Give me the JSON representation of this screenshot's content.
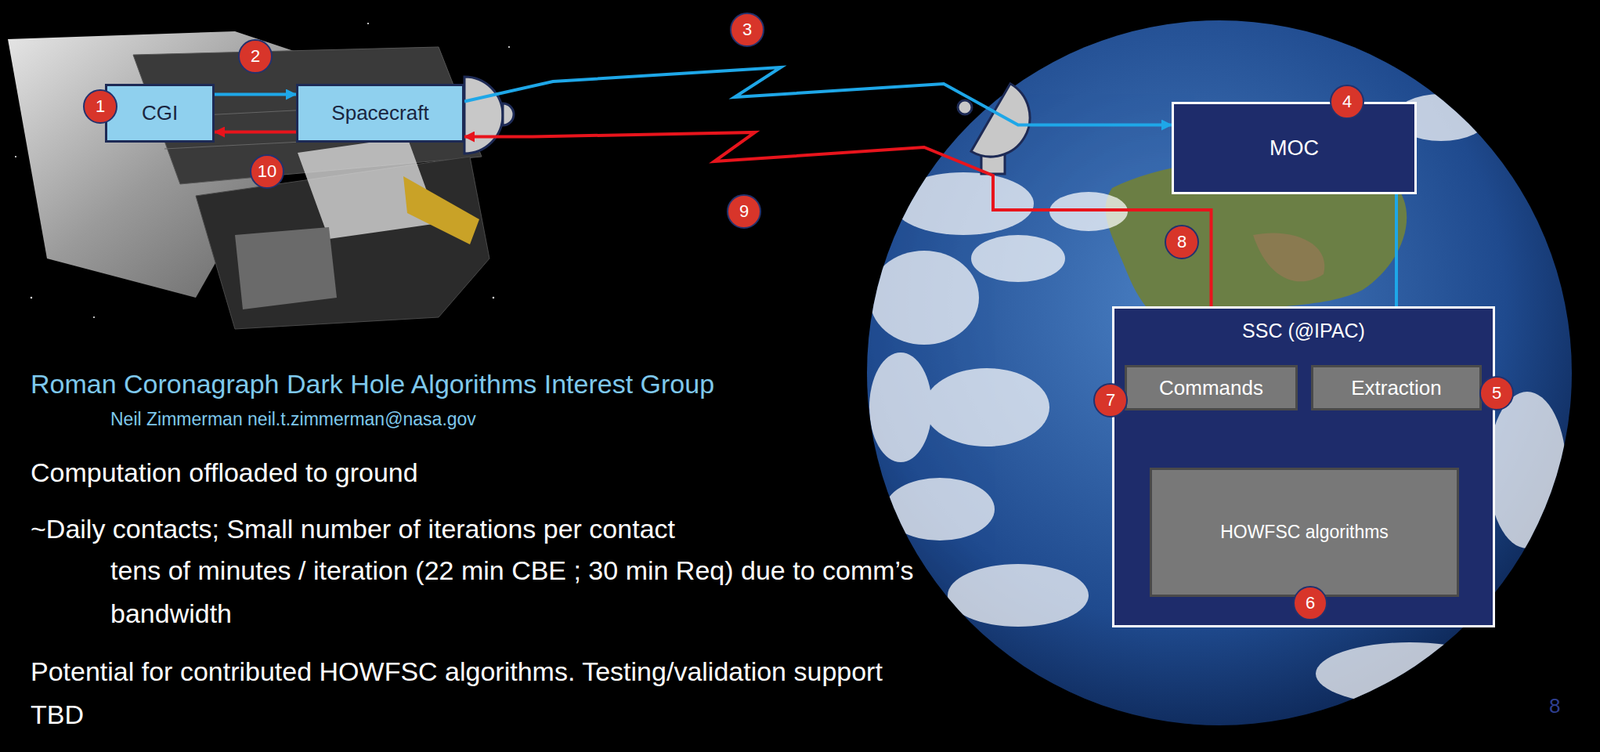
{
  "diagram": {
    "title": "Roman Coronagraph Dark Hole Algorithms Interest Group",
    "nodes": [
      {
        "text": [
          "CGI"
        ]
      },
      {
        "text": [
          "Spacecraft"
        ]
      },
      {
        "text": [
          "MOC"
        ]
      },
      {
        "text": [
          "SSC (@IPAC)"
        ]
      },
      {
        "text": [
          "Commands"
        ],
        "in": 3
      },
      {
        "text": [
          "Extraction"
        ],
        "in": 3
      },
      {
        "text": [
          "HOWFSC algorithms"
        ],
        "in": 3
      }
    ],
    "edges": [
      {
        "from": 0,
        "to": 1,
        "arrow": "to"
      },
      {
        "from": 1,
        "to": 2,
        "arrow": "to"
      },
      {
        "from": 2,
        "to": 5,
        "arrow": "to"
      },
      {
        "from": 5,
        "to": 6,
        "arrow": "to"
      },
      {
        "from": 6,
        "to": 4,
        "arrow": "to"
      },
      {
        "from": 4,
        "to": 1,
        "arrow": "to"
      },
      {
        "from": 1,
        "to": 0,
        "arrow": "to"
      }
    ],
    "labels": [
      "1",
      "2",
      "3",
      "4",
      "5",
      "6",
      "7",
      "8",
      "9",
      "10",
      "Neil Zimmerman neil.t.zimmerman@nasa.gov",
      "Computation offloaded to ground",
      "~Daily contacts; Small number of iterations per contact",
      "tens of minutes / iteration (22 min CBE ; 30 min Req) due to comm’s bandwidth",
      "Potential for contributed HOWFSC algorithms. Testing/validation support TBD",
      "8"
    ]
  }
}
